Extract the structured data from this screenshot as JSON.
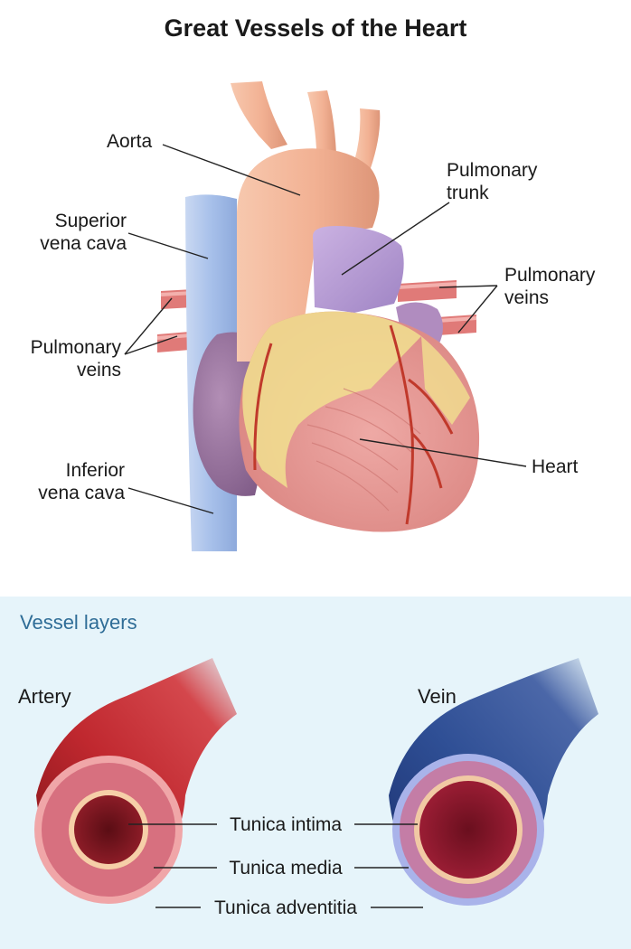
{
  "title": "Great Vessels of the Heart",
  "heart_labels": {
    "aorta": "Aorta",
    "pulmonary_trunk": [
      "Pulmonary",
      "trunk"
    ],
    "superior_vena_cava": [
      "Superior",
      "vena cava"
    ],
    "pulmonary_veins_right": [
      "Pulmonary",
      "veins"
    ],
    "pulmonary_veins_left": [
      "Pulmonary",
      "veins"
    ],
    "heart": "Heart",
    "inferior_vena_cava": [
      "Inferior",
      "vena cava"
    ]
  },
  "vessel_section": {
    "title": "Vessel layers",
    "artery_label": "Artery",
    "vein_label": "Vein",
    "layers": [
      "Tunica intima",
      "Tunica media",
      "Tunica adventitia"
    ]
  },
  "colors": {
    "section_bg": "#e6f4fa",
    "section_title": "#2f6d97",
    "aorta": "#f2b395",
    "pulmonary_trunk": "#b69ad3",
    "vena_cava": "#aec6ea",
    "artery": "#b8282e",
    "vein": "#2f4f95",
    "heart_muscle": "#e69a96",
    "fat": "#f1e08f"
  }
}
